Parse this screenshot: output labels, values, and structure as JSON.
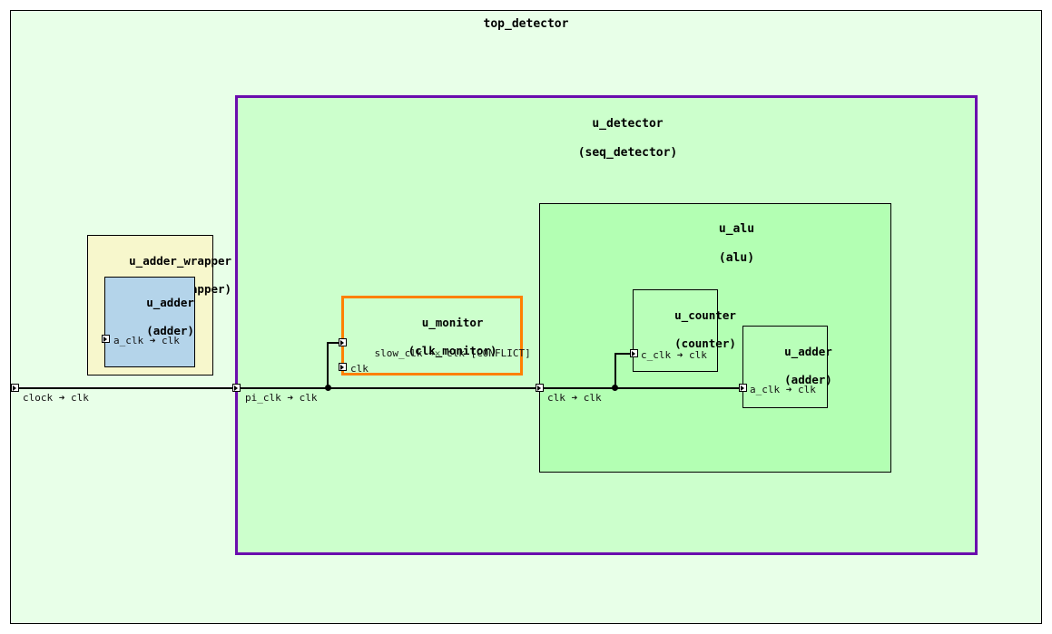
{
  "diagram": {
    "type": "clock-domain-hierarchy",
    "root_label": "top_detector",
    "colors": {
      "top_fill": "#e8ffe8",
      "detector_fill": "#ccffcc",
      "detector_border": "#6a0dad",
      "alu_fill": "#b3ffb3",
      "counter_fill": "#b9ffb9",
      "wrapper_fill": "#f7f7cc",
      "adder_blue_fill": "#b4d4ea",
      "monitor_border": "#ff8000",
      "wire": "#000000",
      "conflict": "#4a6b4a"
    }
  },
  "blocks": {
    "top": {
      "name": "top_detector"
    },
    "detector": {
      "name": "u_detector",
      "module": "(seq_detector)"
    },
    "alu": {
      "name": "u_alu",
      "module": "(alu)"
    },
    "counter": {
      "name": "u_counter",
      "module": "(counter)"
    },
    "adder_right": {
      "name": "u_adder",
      "module": "(adder)"
    },
    "adder_wrapper": {
      "name": "u_adder_wrapper",
      "module": "(adder_wrapper)"
    },
    "adder_blue": {
      "name": "u_adder",
      "module": "(adder)"
    },
    "monitor": {
      "name": "u_monitor",
      "module": "(clk_monitor)"
    }
  },
  "ports": {
    "top_clock": "clock ➜ clk",
    "detector_pi_clk": "pi_clk ➜ clk",
    "alu_clk": "clk ➜ clk",
    "counter_c_clk": "c_clk ➜ clk",
    "adder_right_a_clk": "a_clk ➜ clk",
    "adder_blue_a_clk": "a_clk ➜ clk",
    "monitor_slow_clk_pre": "slow_clk ➜",
    "monitor_conflict_mark": "✕",
    "monitor_slow_clk_post": " clk [CONFLICT]",
    "monitor_clk": "clk"
  }
}
